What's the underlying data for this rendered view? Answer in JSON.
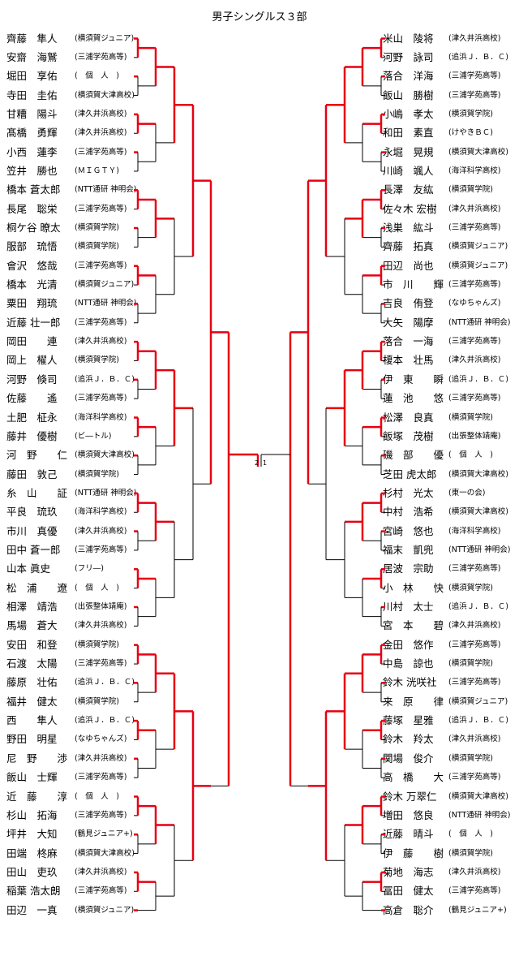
{
  "title": "男子シングルス３部",
  "left_players": [
    {
      "name": "齊藤　隼人",
      "aff": "(横須賀ジュニア)"
    },
    {
      "name": "安齋　海鷲",
      "aff": "(三浦学苑高等)"
    },
    {
      "name": "堀田　享佑",
      "aff": "(　個　人　)"
    },
    {
      "name": "寺田　圭佑",
      "aff": "(横須賀大津高校)"
    },
    {
      "name": "甘糟　陽斗",
      "aff": "(津久井浜高校)"
    },
    {
      "name": "髙橋　勇輝",
      "aff": "(津久井浜高校)"
    },
    {
      "name": "小西　蓮李",
      "aff": "(三浦学苑高等)"
    },
    {
      "name": "笠井　勝也",
      "aff": "(ＭＩＧＴＹ)"
    },
    {
      "name": "橋本 蒼太郎",
      "aff": "(NTT通研 神明会)"
    },
    {
      "name": "長尾　聡栄",
      "aff": "(三浦学苑高等)"
    },
    {
      "name": "桐ケ谷 暸太",
      "aff": "(横須賀学院)"
    },
    {
      "name": "服部　琉悟",
      "aff": "(横須賀学院)"
    },
    {
      "name": "會沢　悠哉",
      "aff": "(三浦学苑高等)"
    },
    {
      "name": "橋本　光清",
      "aff": "(横須賀ジュニア)"
    },
    {
      "name": "粟田　翔琉",
      "aff": "(NTT通研 神明会)"
    },
    {
      "name": "近藤 壮一郎",
      "aff": "(三浦学苑高等)"
    },
    {
      "name": "岡田　　連",
      "aff": "(津久井浜高校)"
    },
    {
      "name": "岡上　櫂人",
      "aff": "(横須賀学院)"
    },
    {
      "name": "河野　倏司",
      "aff": "(追浜Ｊ．Ｂ．Ｃ)"
    },
    {
      "name": "佐藤　　遙",
      "aff": "(三浦学苑高等)"
    },
    {
      "name": "土肥　柾永",
      "aff": "(海洋科学高校)"
    },
    {
      "name": "藤井　優樹",
      "aff": "(ビ―トル)"
    },
    {
      "name": "河　野　　仁",
      "aff": "(横須賀大津高校)"
    },
    {
      "name": "藤田　敦己",
      "aff": "(横須賀学院)"
    },
    {
      "name": "糸　山　　証",
      "aff": "(NTT通研 神明会)"
    },
    {
      "name": "平良　琉玖",
      "aff": "(海洋科学高校)"
    },
    {
      "name": "市川　真優",
      "aff": "(津久井浜高校)"
    },
    {
      "name": "田中 蒼一郎",
      "aff": "(三浦学苑高等)"
    },
    {
      "name": "山本 眞史",
      "aff": "(フリ―)"
    },
    {
      "name": "松　浦　　遼",
      "aff": "(　個　人　)"
    },
    {
      "name": "相澤　靖浩",
      "aff": "(出張整体靖庵)"
    },
    {
      "name": "馬場　蒼大",
      "aff": "(津久井浜高校)"
    },
    {
      "name": "安田　和登",
      "aff": "(横須賀学院)"
    },
    {
      "name": "石渡　太陽",
      "aff": "(三浦学苑高等)"
    },
    {
      "name": "藤原　壮佑",
      "aff": "(追浜Ｊ．Ｂ．Ｃ)"
    },
    {
      "name": "福井　健太",
      "aff": "(横須賀学院)"
    },
    {
      "name": "西　　隼人",
      "aff": "(追浜Ｊ．Ｂ．Ｃ)"
    },
    {
      "name": "野田　明星",
      "aff": "(なゆちゃんズ)"
    },
    {
      "name": "尼　野　　渉",
      "aff": "(津久井浜高校)"
    },
    {
      "name": "飯山　士輝",
      "aff": "(三浦学苑高等)"
    },
    {
      "name": "近　藤　　淳",
      "aff": "(　個　人　)"
    },
    {
      "name": "杉山　拓海",
      "aff": "(三浦学苑高等)"
    },
    {
      "name": "坪井　大知",
      "aff": "(鶴見ジュニア+)"
    },
    {
      "name": "田端　柊麻",
      "aff": "(横須賀大津高校)"
    },
    {
      "name": "田山　吏玖",
      "aff": "(津久井浜高校)"
    },
    {
      "name": "稲葉 浩太朗",
      "aff": "(三浦学苑高等)"
    },
    {
      "name": "田辺　一真",
      "aff": "(横須賀ジュニア)"
    }
  ],
  "right_players": [
    {
      "name": "米山　陵将",
      "aff": "(津久井浜高校)"
    },
    {
      "name": "河野　詠司",
      "aff": "(追浜Ｊ．Ｂ．Ｃ)"
    },
    {
      "name": "落合　洋海",
      "aff": "(三浦学苑高等)"
    },
    {
      "name": "飯山　勝樹",
      "aff": "(三浦学苑高等)"
    },
    {
      "name": "小嶋　孝太",
      "aff": "(横須賀学院)"
    },
    {
      "name": "和田　素直",
      "aff": "(けやきＢＣ)"
    },
    {
      "name": "永堀　晃規",
      "aff": "(横須賀大津高校)"
    },
    {
      "name": "川崎　颯人",
      "aff": "(海洋科学高校)"
    },
    {
      "name": "長澤　友紘",
      "aff": "(横須賀学院)"
    },
    {
      "name": "佐々木 宏樹",
      "aff": "(津久井浜高校)"
    },
    {
      "name": "浅巣　紘斗",
      "aff": "(三浦学苑高等)"
    },
    {
      "name": "齊藤　拓真",
      "aff": "(横須賀ジュニア)"
    },
    {
      "name": "田辺　尚也",
      "aff": "(横須賀ジュニア)"
    },
    {
      "name": "市　川　　輝",
      "aff": "(三浦学苑高等)"
    },
    {
      "name": "吉良　侑登",
      "aff": "(なゆちゃんズ)"
    },
    {
      "name": "大矢　陽摩",
      "aff": "(NTT通研 神明会)"
    },
    {
      "name": "落合　一海",
      "aff": "(三浦学苑高等)"
    },
    {
      "name": "榎本　壮馬",
      "aff": "(津久井浜高校)"
    },
    {
      "name": "伊　東　　瞬",
      "aff": "(追浜Ｊ．Ｂ．Ｃ)"
    },
    {
      "name": "蓮　池　　悠",
      "aff": "(三浦学苑高等)"
    },
    {
      "name": "松澤　良真",
      "aff": "(横須賀学院)"
    },
    {
      "name": "飯塚　茂樹",
      "aff": "(出張整体靖庵)"
    },
    {
      "name": "磯　部　　優",
      "aff": "(　個　人　)"
    },
    {
      "name": "芝田 虎太郎",
      "aff": "(横須賀大津高校)"
    },
    {
      "name": "杉村　光太",
      "aff": "(東一の会)"
    },
    {
      "name": "中村　浩希",
      "aff": "(横須賀大津高校)"
    },
    {
      "name": "宮崎　悠也",
      "aff": "(海洋科学高校)"
    },
    {
      "name": "福末　凱兜",
      "aff": "(NTT通研 神明会)"
    },
    {
      "name": "居波　宗助",
      "aff": "(三浦学苑高等)"
    },
    {
      "name": "小　林　　快",
      "aff": "(横須賀学院)"
    },
    {
      "name": "川村　太士",
      "aff": "(追浜Ｊ．Ｂ．Ｃ)"
    },
    {
      "name": "宮　本　　碧",
      "aff": "(津久井浜高校)"
    },
    {
      "name": "金田　悠作",
      "aff": "(三浦学苑高等)"
    },
    {
      "name": "中島　諒也",
      "aff": "(横須賀学院)"
    },
    {
      "name": "鈴木 洸咲社",
      "aff": "(三浦学苑高等)"
    },
    {
      "name": "来　原　　律",
      "aff": "(横須賀ジュニア)"
    },
    {
      "name": "藤塚　星雅",
      "aff": "(追浜Ｊ．Ｂ．Ｃ)"
    },
    {
      "name": "鈴木　羚太",
      "aff": "(津久井浜高校)"
    },
    {
      "name": "関場　俊介",
      "aff": "(横須賀学院)"
    },
    {
      "name": "高　橋　　大",
      "aff": "(三浦学苑高等)"
    },
    {
      "name": "鈴木 万翠仁",
      "aff": "(横須賀大津高校)"
    },
    {
      "name": "増田　悠良",
      "aff": "(NTT通研 神明会)"
    },
    {
      "name": "近藤　晴斗",
      "aff": "(　個　人　)"
    },
    {
      "name": "伊　藤　　樹",
      "aff": "(横須賀学院)"
    },
    {
      "name": "菊地　海志",
      "aff": "(津久井浜高校)"
    },
    {
      "name": "冨田　健太",
      "aff": "(三浦学苑高等)"
    },
    {
      "name": "高倉　聡介",
      "aff": "(鶴見ジュニア+)"
    }
  ],
  "center_scores": {
    "left": "2",
    "right": "1"
  },
  "colors": {
    "winner_line": "#e60012",
    "line": "#000000"
  }
}
